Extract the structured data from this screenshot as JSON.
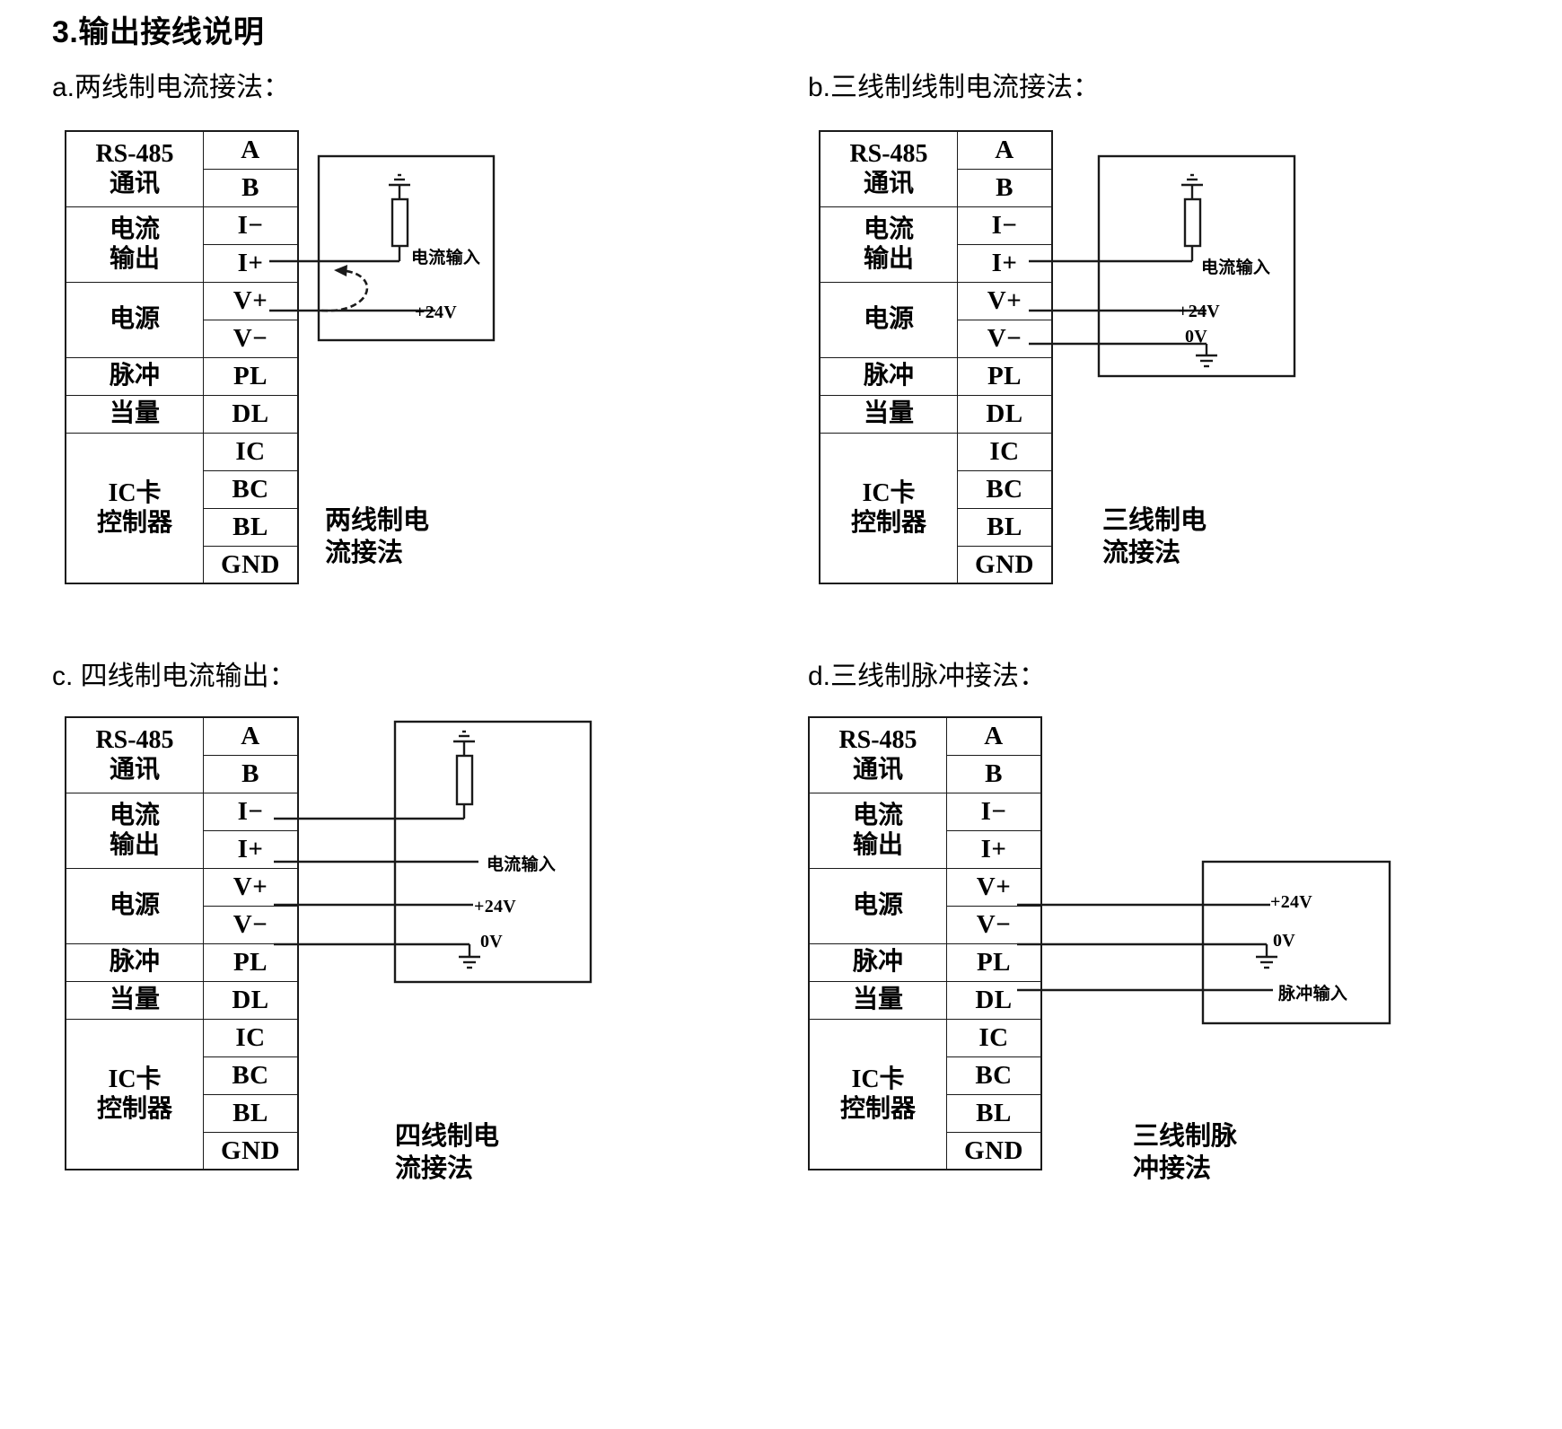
{
  "document": {
    "title": "3.输出接线说明"
  },
  "terminal_table": {
    "rows": [
      {
        "group": "RS-485\n通讯",
        "group_span": 2,
        "code": "A"
      },
      {
        "code": "B"
      },
      {
        "group": "电流\n输出",
        "group_span": 2,
        "code": "I−"
      },
      {
        "code": "I+"
      },
      {
        "group": "电源",
        "group_span": 2,
        "code": "V+"
      },
      {
        "code": "V−"
      },
      {
        "group": "脉冲",
        "group_span": 1,
        "code": "PL"
      },
      {
        "group": "当量",
        "group_span": 1,
        "code": "DL"
      },
      {
        "group": "IC卡\n控制器",
        "group_span": 4,
        "code": "IC"
      },
      {
        "code": "BC"
      },
      {
        "code": "BL"
      },
      {
        "code": "GND"
      }
    ]
  },
  "panels": {
    "a": {
      "heading": "a.两线制电流接法：",
      "caption": "两线制电\n流接法",
      "labels": {
        "current_input": "电流输入",
        "supply_24v": "+24V"
      }
    },
    "b": {
      "heading": "b.三线制线制电流接法：",
      "caption": "三线制电\n流接法",
      "labels": {
        "current_input": "电流输入",
        "supply_24v": "+24V",
        "ground_0v": "0V"
      }
    },
    "c": {
      "heading": "c. 四线制电流输出：",
      "caption": "四线制电\n流接法",
      "labels": {
        "current_input": "电流输入",
        "supply_24v": "+24V",
        "ground_0v": "0V"
      }
    },
    "d": {
      "heading": "d.三线制脉冲接法：",
      "caption": "三线制脉\n冲接法",
      "labels": {
        "supply_24v": "+24V",
        "ground_0v": "0V",
        "pulse_input": "脉冲输入"
      }
    }
  },
  "colors": {
    "ink": "#1a1a1a",
    "background": "#ffffff"
  }
}
